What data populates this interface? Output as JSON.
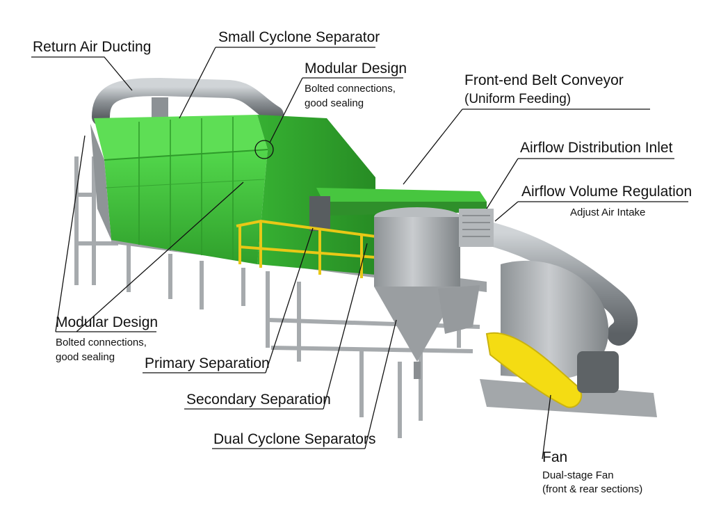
{
  "labels": {
    "return_air_ducting": {
      "title": "Return Air Ducting"
    },
    "small_cyclone": {
      "title": "Small Cyclone Separator"
    },
    "modular_top": {
      "title": "Modular Design",
      "line1": "Bolted connections,",
      "line2": "good sealing"
    },
    "belt_conveyor": {
      "title": "Front-end Belt Conveyor",
      "line1": "(Uniform Feeding)"
    },
    "airflow_inlet": {
      "title": "Airflow Distribution Inlet"
    },
    "airflow_volume": {
      "title": "Airflow Volume Regulation",
      "line1": "Adjust Air Intake"
    },
    "modular_left": {
      "title": "Modular Design",
      "line1": "Bolted connections,",
      "line2": "good sealing"
    },
    "primary_separation": {
      "title": "Primary Separation"
    },
    "secondary_separation": {
      "title": "Secondary Separation"
    },
    "dual_cyclone": {
      "title": "Dual Cyclone Separators"
    },
    "fan": {
      "title": "Fan",
      "line1": "Dual-stage Fan",
      "line2": "(front & rear sections)"
    }
  },
  "colors": {
    "housing_green": "#3fc43a",
    "housing_dark": "#2d9a2a",
    "steel_grey": "#a9adb0",
    "steel_dark": "#7d8285",
    "railing_yellow": "#f2d21b",
    "fan_yellow": "#f6df12",
    "leader_line": "#111111"
  }
}
